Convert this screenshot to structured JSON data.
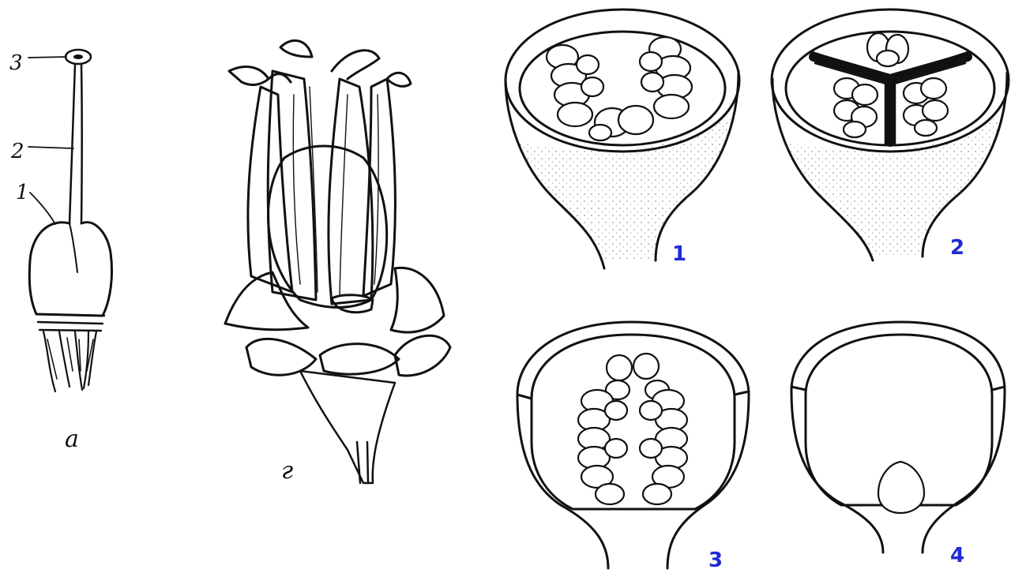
{
  "left_panel": {
    "pistil_labels": [
      "3",
      "2",
      "1"
    ],
    "pistil_caption": "а",
    "flower_caption": "г"
  },
  "right_panel": {
    "ovary_numbers": [
      "1",
      "2",
      "3",
      "4"
    ],
    "number_color": "#1f2bd6"
  }
}
